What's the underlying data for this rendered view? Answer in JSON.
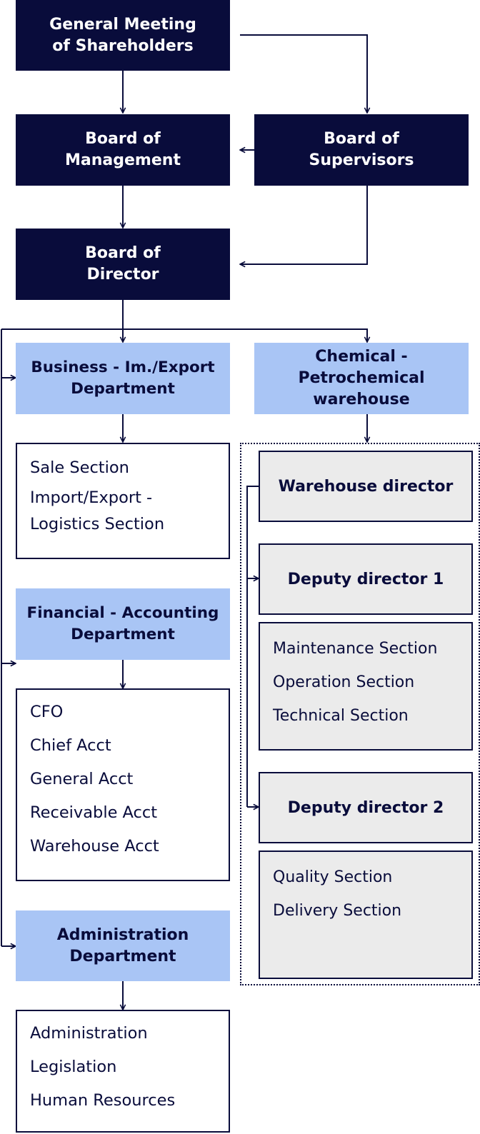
{
  "governance": {
    "general_meeting": "General Meeting of Shareholders",
    "board_management": "Board of Management",
    "board_supervisors": "Board of Supervisors",
    "board_director": "Board of Director"
  },
  "business": {
    "title": "Business - Im./Export Department",
    "items": [
      "Sale Section",
      "Import/Export - Logistics Section"
    ]
  },
  "finance": {
    "title": "Financial - Accounting Department",
    "items": [
      "CFO",
      "Chief Acct",
      "General Acct",
      "Receivable Acct",
      "Warehouse Acct"
    ]
  },
  "administration": {
    "title": "Administration Department",
    "items": [
      "Administration",
      "Legislation",
      "Human Resources"
    ]
  },
  "warehouse": {
    "title": "Chemical - Petrochemical warehouse",
    "director": "Warehouse director",
    "deputy1": "Deputy director 1",
    "deputy1_items": [
      "Maintenance Section",
      "Operation Section",
      "Technical Section"
    ],
    "deputy2": "Deputy director 2",
    "deputy2_items": [
      "Quality Section",
      "Delivery Section"
    ]
  },
  "colors": {
    "navy": "#090c3b",
    "light_blue": "#a9c5f5",
    "grey": "#ebebeb"
  }
}
